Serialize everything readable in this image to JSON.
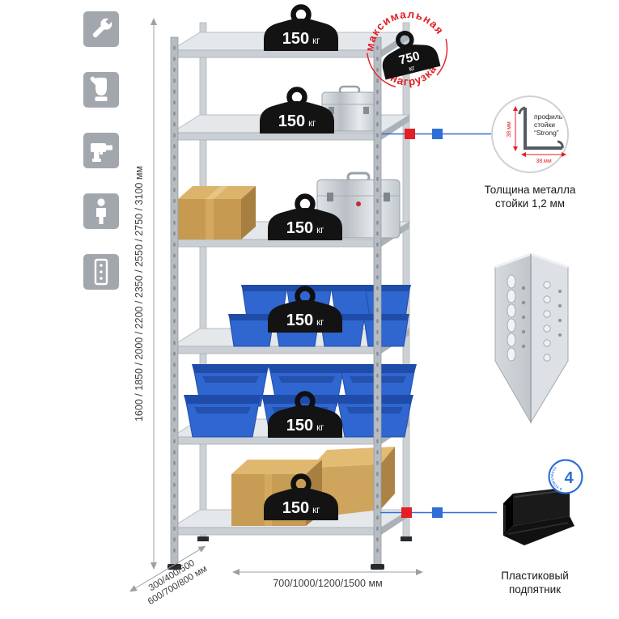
{
  "colors": {
    "accent_red": "#e31e24",
    "accent_blue": "#2e6fd6",
    "bin_blue": "#2f66d0",
    "metal_grey": "#c9ced3",
    "weight_black": "#131313",
    "icon_tile_grey": "#a2a7ad"
  },
  "sidebar_icons": [
    {
      "name": "wrench-icon"
    },
    {
      "name": "gloves-icon"
    },
    {
      "name": "drill-icon"
    },
    {
      "name": "person-icon"
    },
    {
      "name": "perforated-upright-icon"
    }
  ],
  "dimensions": {
    "height": "1600 / 1850 / 2000 / 2200 / 2350 / 2550 / 2750 / 3100 мм",
    "width": "700/1000/1200/1500 мм",
    "depth_line1": "300/400/500",
    "depth_line2": "600/700/800 мм"
  },
  "shelf_load": {
    "value": "150",
    "unit": "кг"
  },
  "stamp": {
    "arc_top": "максимальная",
    "arc_bottom": "нагрузка",
    "value": "750",
    "unit": "кг"
  },
  "profile_callout": {
    "line1": "профиль",
    "line2": "стойки",
    "line3": "“Strong”",
    "dim_vertical": "38 мм",
    "dim_horizontal": "38 мм",
    "caption_line1": "Толщина металла",
    "caption_line2": "стойки 1,2 мм"
  },
  "foot_callout": {
    "badge_number": "4",
    "badge_ring_text": "в комплекте",
    "caption_line1": "Пластиковый",
    "caption_line2": "подпятник"
  }
}
